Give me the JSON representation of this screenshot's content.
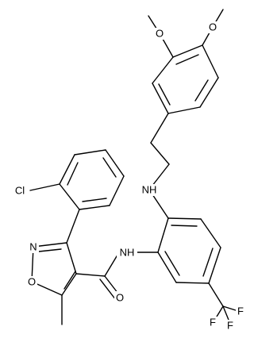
{
  "diagram": {
    "atom_labels": {
      "methoxy_o_1": "O",
      "methoxy_o_2": "O",
      "amine_nh": "NH",
      "amide_nh": "NH",
      "chloro": "Cl",
      "isoxazole_n": "N",
      "isoxazole_o": "O",
      "carbonyl_o": "O",
      "fluorine_1": "F",
      "fluorine_2": "F",
      "fluorine_3": "F"
    },
    "colors": {
      "bond": "#000000",
      "label": "#000000",
      "background": "#ffffff"
    }
  }
}
